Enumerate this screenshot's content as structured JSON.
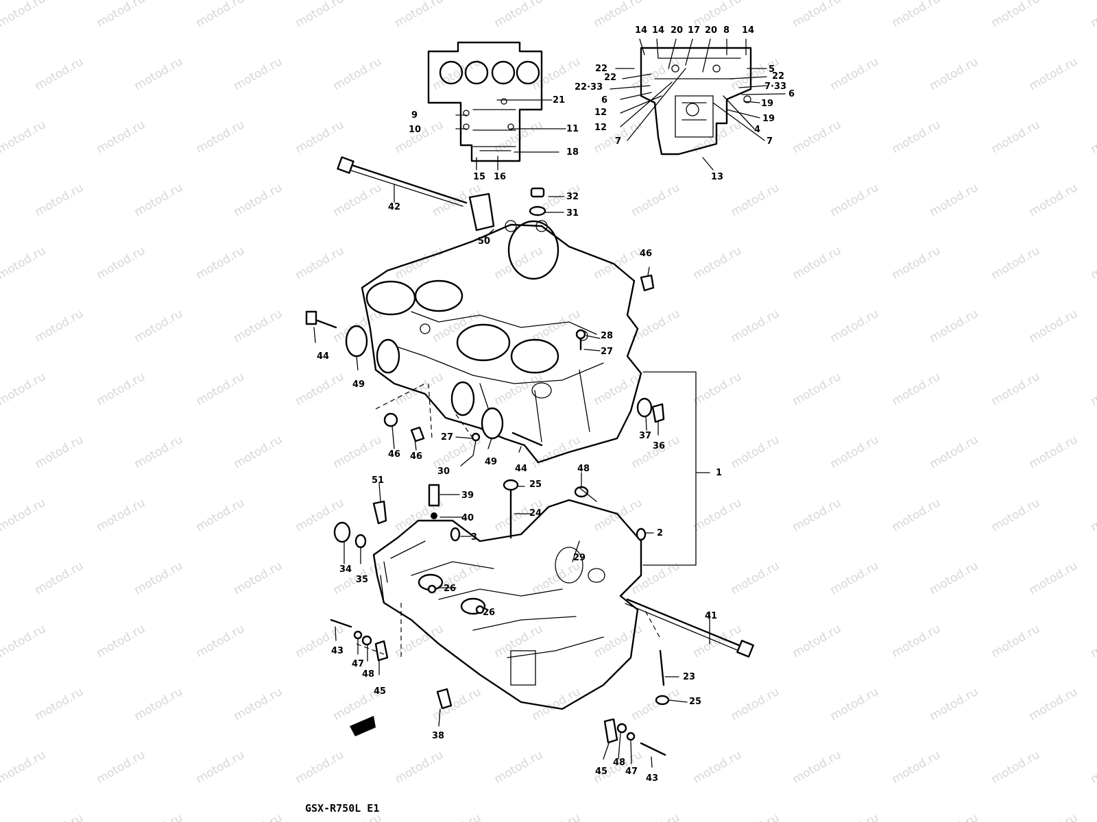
{
  "watermark": "motod.ru",
  "model_label": "GSX-R750L  E1",
  "callouts": [
    "14",
    "14",
    "20",
    "17",
    "20",
    "8",
    "14",
    "22",
    "22",
    "22·33",
    "6",
    "12",
    "12",
    "7",
    "13",
    "5",
    "22",
    "7·33",
    "6",
    "19",
    "19",
    "4",
    "7",
    "9",
    "10",
    "21",
    "11",
    "18",
    "15",
    "16",
    "42",
    "32",
    "31",
    "50",
    "46",
    "44",
    "49",
    "28",
    "27",
    "46",
    "46",
    "27",
    "30",
    "49",
    "44",
    "37",
    "36",
    "1",
    "51",
    "39",
    "40",
    "3",
    "25",
    "24",
    "48",
    "2",
    "29",
    "34",
    "35",
    "26",
    "26",
    "41",
    "43",
    "47",
    "48",
    "45",
    "23",
    "25",
    "38",
    "45",
    "48",
    "47",
    "43"
  ]
}
